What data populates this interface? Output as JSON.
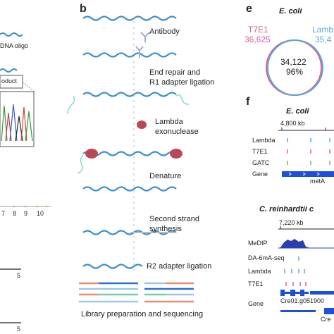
{
  "panel_a": {
    "oligo_label": "DNA oligo",
    "product_label": "oduct",
    "axis_ticks": [
      "7",
      "8",
      "9",
      "10"
    ],
    "tick_5_a": "5",
    "tick_5_b": "5"
  },
  "panel_b": {
    "letter": "b",
    "steps": [
      "Antibody",
      "End repair and",
      "R1 adapter ligation",
      "Lambda",
      "exonuclease",
      "Denature",
      "Second strand",
      "synthesis",
      "R2 adapter ligation",
      "Library preparation and sequencing"
    ]
  },
  "panel_e": {
    "letter": "e",
    "title": "E. coli",
    "left_name": "T7E1",
    "left_count": "36,625",
    "right_name": "Lamb",
    "right_count": "35,4",
    "overlap_count": "34,122",
    "overlap_pct": "96%",
    "colors": {
      "t7e1": "#d9609a",
      "lambda": "#5aa9d6"
    }
  },
  "panel_f": {
    "letter": "f",
    "ecoli_title": "E. coli",
    "ecoli_coord": "4,800 kb",
    "ecoli_tracks": [
      "Lambda",
      "T7E1",
      "GATC",
      "Gene"
    ],
    "ecoli_gene": "metA",
    "chlamy_title": "C. reinhardtii c",
    "chlamy_coord": "7,220 kb",
    "chlamy_tracks": [
      "MeDIP",
      "DA-6mA-seq",
      "Lambda",
      "T7E1",
      "Gene"
    ],
    "chlamy_gene1": "Cre01.g051900",
    "chlamy_gene2": "Cre",
    "colors": {
      "gene": "#1f4fd6",
      "medip": "#2b3fb0",
      "gatc": "#6cc06c"
    }
  }
}
